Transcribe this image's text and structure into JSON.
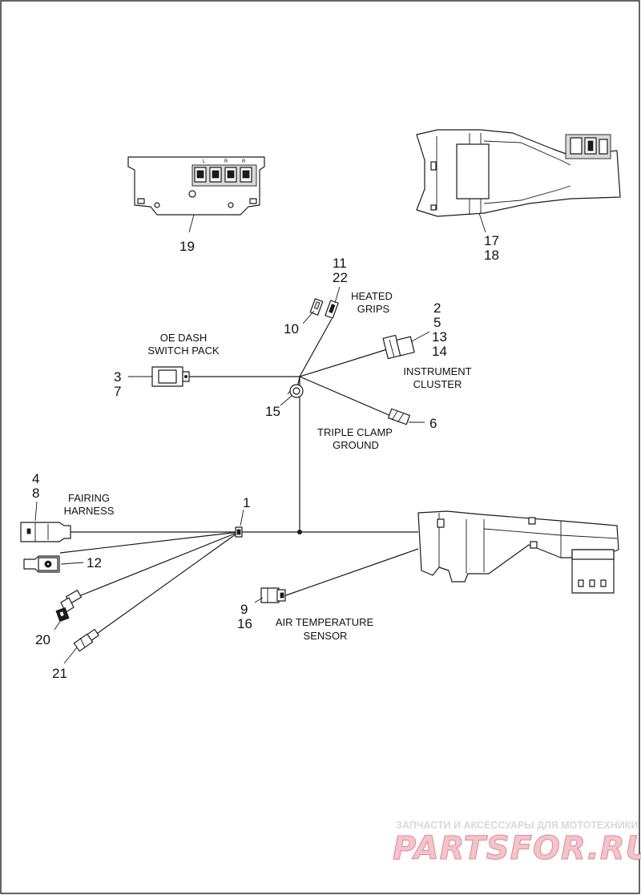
{
  "callouts": {
    "n1": "1",
    "n2": "2",
    "n3": "3",
    "n4": "4",
    "n5": "5",
    "n6": "6",
    "n7": "7",
    "n8": "8",
    "n9": "9",
    "n10": "10",
    "n11": "11",
    "n12": "12",
    "n13": "13",
    "n14": "14",
    "n15": "15",
    "n16": "16",
    "n17": "17",
    "n18": "18",
    "n19": "19",
    "n20": "20",
    "n21": "21",
    "n22": "22"
  },
  "labels": {
    "heated_grips_1": "HEATED",
    "heated_grips_2": "GRIPS",
    "oe_dash_1": "OE DASH",
    "oe_dash_2": "SWITCH PACK",
    "instrument_1": "INSTRUMENT",
    "instrument_2": "CLUSTER",
    "triple_clamp_1": "TRIPLE CLAMP",
    "triple_clamp_2": "GROUND",
    "fairing_1": "FAIRING",
    "fairing_2": "HARNESS",
    "air_temp_1": "AIR TEMPERATURE",
    "air_temp_2": "SENSOR"
  },
  "switch_pack_markings": {
    "left": "L",
    "mid": "R",
    "right": "R"
  },
  "watermark": {
    "tagline": "ЗАПЧАСТИ И АКСЕССУАРЫ ДЛЯ МОТОТЕХНИКИ",
    "brand": "PARTSFOR.RU"
  },
  "colors": {
    "line": "#1a1a1a",
    "background": "#ffffff",
    "watermark": "#e08a98"
  }
}
